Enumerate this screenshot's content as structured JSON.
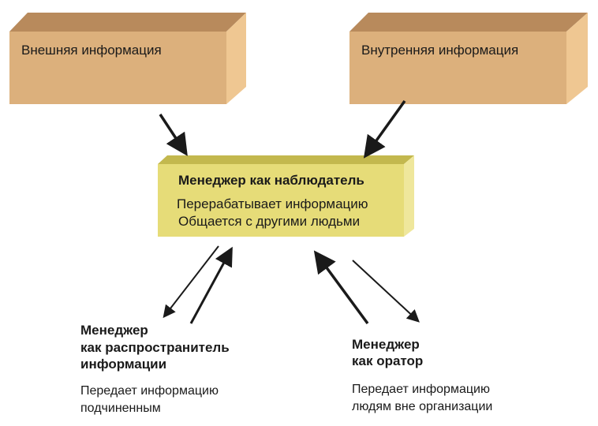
{
  "boxes": {
    "external": {
      "label": "Внешняя информация"
    },
    "internal": {
      "label": "Внутренняя информация"
    },
    "observer": {
      "title": "Менеджер как наблюдатель",
      "line1": "Перерабатывает информацию",
      "line2": "Общается с другими людьми"
    }
  },
  "roles": {
    "distributor": {
      "title1": "Менеджер",
      "title2": "как распространитель",
      "title3": "информации",
      "desc1": "Передает информацию",
      "desc2": "подчиненным"
    },
    "speaker": {
      "title1": "Менеджер",
      "title2": "как оратор",
      "desc1": "Передает информацию",
      "desc2": "людям вне организации"
    }
  },
  "colors": {
    "tan_front": "#dcb07c",
    "tan_top": "#b88a5c",
    "tan_side": "#efc792",
    "yellow_front": "#e6dc78",
    "yellow_top": "#c3b84e",
    "yellow_side": "#efe79c"
  }
}
